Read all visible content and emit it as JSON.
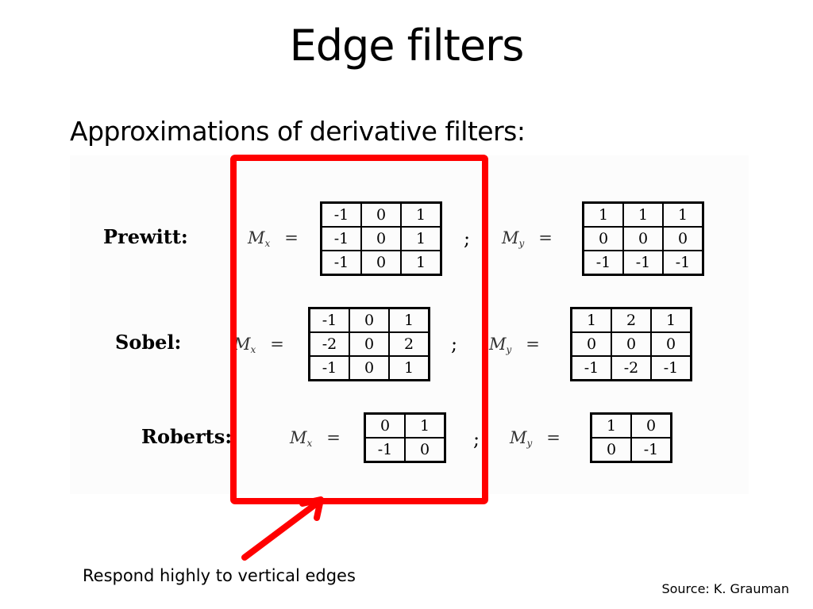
{
  "slide": {
    "title": "Edge filters",
    "subtitle": "Approximations of derivative filters:",
    "caption": "Respond highly to vertical edges",
    "source": "Source: K. Grauman",
    "accent_color": "#ff0000"
  },
  "filters": {
    "prewitt": {
      "name": "Prewitt:",
      "mx_label": "M",
      "mx_sub": "x",
      "my_label": "M",
      "my_sub": "y",
      "eq_sign": "=",
      "separator": ";",
      "mx": [
        [
          "-1",
          "0",
          "1"
        ],
        [
          "-1",
          "0",
          "1"
        ],
        [
          "-1",
          "0",
          "1"
        ]
      ],
      "my": [
        [
          "1",
          "1",
          "1"
        ],
        [
          "0",
          "0",
          "0"
        ],
        [
          "-1",
          "-1",
          "-1"
        ]
      ]
    },
    "sobel": {
      "name": "Sobel:",
      "mx_label": "M",
      "mx_sub": "x",
      "my_label": "M",
      "my_sub": "y",
      "eq_sign": "=",
      "separator": ";",
      "mx": [
        [
          "-1",
          "0",
          "1"
        ],
        [
          "-2",
          "0",
          "2"
        ],
        [
          "-1",
          "0",
          "1"
        ]
      ],
      "my": [
        [
          "1",
          "2",
          "1"
        ],
        [
          "0",
          "0",
          "0"
        ],
        [
          "-1",
          "-2",
          "-1"
        ]
      ]
    },
    "roberts": {
      "name": "Roberts:",
      "mx_label": "M",
      "mx_sub": "x",
      "my_label": "M",
      "my_sub": "y",
      "eq_sign": "=",
      "separator": ";",
      "mx": [
        [
          "0",
          "1"
        ],
        [
          "-1",
          "0"
        ]
      ],
      "my": [
        [
          "1",
          "0"
        ],
        [
          "0",
          "-1"
        ]
      ]
    }
  }
}
